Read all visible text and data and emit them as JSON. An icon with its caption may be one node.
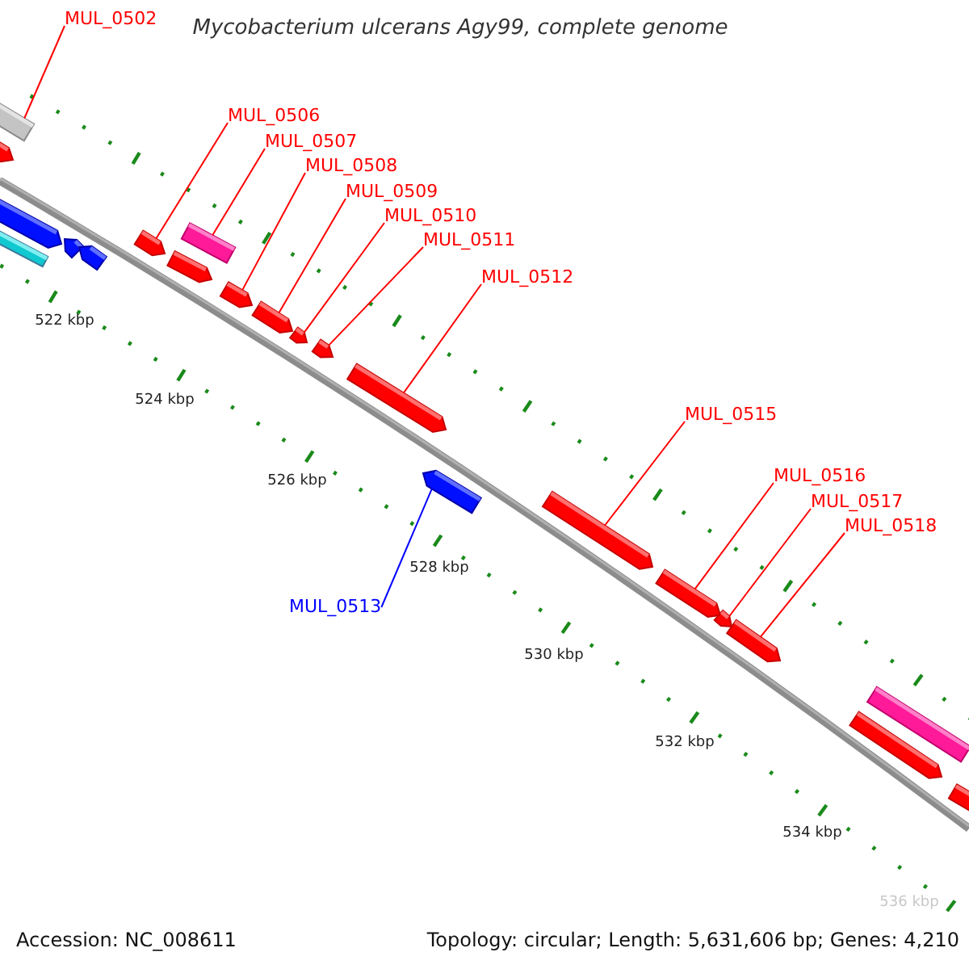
{
  "diagram": {
    "title": "Mycobacterium ulcerans Agy99, complete genome",
    "nodes": [
      {
        "text": [
          "MUL_0502"
        ]
      },
      {
        "text": [],
        "shape": "bar"
      },
      {
        "text": [
          "MUL_0506"
        ]
      },
      {
        "text": [],
        "shape": "bar"
      },
      {
        "text": [
          "MUL_0507"
        ]
      },
      {
        "text": [],
        "shape": "bar"
      },
      {
        "text": [
          "MUL_0508"
        ]
      },
      {
        "text": [],
        "shape": "bar"
      },
      {
        "text": [
          "MUL_0509"
        ]
      },
      {
        "text": [],
        "shape": "bar"
      },
      {
        "text": [
          "MUL_0510"
        ]
      },
      {
        "text": [],
        "shape": "bar"
      },
      {
        "text": [
          "MUL_0511"
        ]
      },
      {
        "text": [],
        "shape": "bar"
      },
      {
        "text": [
          "MUL_0512"
        ]
      },
      {
        "text": [],
        "shape": "bar"
      },
      {
        "text": [
          "MUL_0513"
        ]
      },
      {
        "text": [],
        "shape": "bar"
      },
      {
        "text": [
          "MUL_0515"
        ]
      },
      {
        "text": [],
        "shape": "bar"
      },
      {
        "text": [
          "MUL_0516"
        ]
      },
      {
        "text": [],
        "shape": "bar"
      },
      {
        "text": [
          "MUL_0517"
        ]
      },
      {
        "text": [],
        "shape": "bar"
      },
      {
        "text": [
          "MUL_0518"
        ]
      },
      {
        "text": [],
        "shape": "bar"
      },
      {
        "text": [],
        "shape": "bar"
      },
      {
        "text": [],
        "shape": "bar"
      },
      {
        "text": [],
        "shape": "bar"
      },
      {
        "text": [],
        "shape": "bar"
      },
      {
        "text": [],
        "shape": "bar"
      },
      {
        "text": [],
        "shape": "bar"
      },
      {
        "text": [],
        "shape": "bar"
      },
      {
        "text": [],
        "shape": "bar"
      },
      {
        "text": [],
        "shape": "bar"
      }
    ],
    "edges": [
      {
        "from": 0,
        "to": 1,
        "arrow": "none"
      },
      {
        "from": 2,
        "to": 3,
        "arrow": "none"
      },
      {
        "from": 4,
        "to": 5,
        "arrow": "none"
      },
      {
        "from": 6,
        "to": 7,
        "arrow": "none"
      },
      {
        "from": 8,
        "to": 9,
        "arrow": "none"
      },
      {
        "from": 10,
        "to": 11,
        "arrow": "none"
      },
      {
        "from": 12,
        "to": 13,
        "arrow": "none"
      },
      {
        "from": 14,
        "to": 15,
        "arrow": "none"
      },
      {
        "from": 16,
        "to": 17,
        "arrow": "none",
        "color": "#0000ff"
      },
      {
        "from": 18,
        "to": 19,
        "arrow": "none"
      },
      {
        "from": 20,
        "to": 21,
        "arrow": "none"
      },
      {
        "from": 22,
        "to": 23,
        "arrow": "none"
      },
      {
        "from": 24,
        "to": 25,
        "arrow": "none"
      }
    ],
    "labels": [
      "522 kbp",
      "524 kbp",
      "526 kbp",
      "528 kbp",
      "530 kbp",
      "532 kbp",
      "534 kbp",
      "536 kbp",
      "Accession: NC_008611",
      "Topology: circular; Length: 5,631,606 bp; Genes: 4,210"
    ]
  }
}
